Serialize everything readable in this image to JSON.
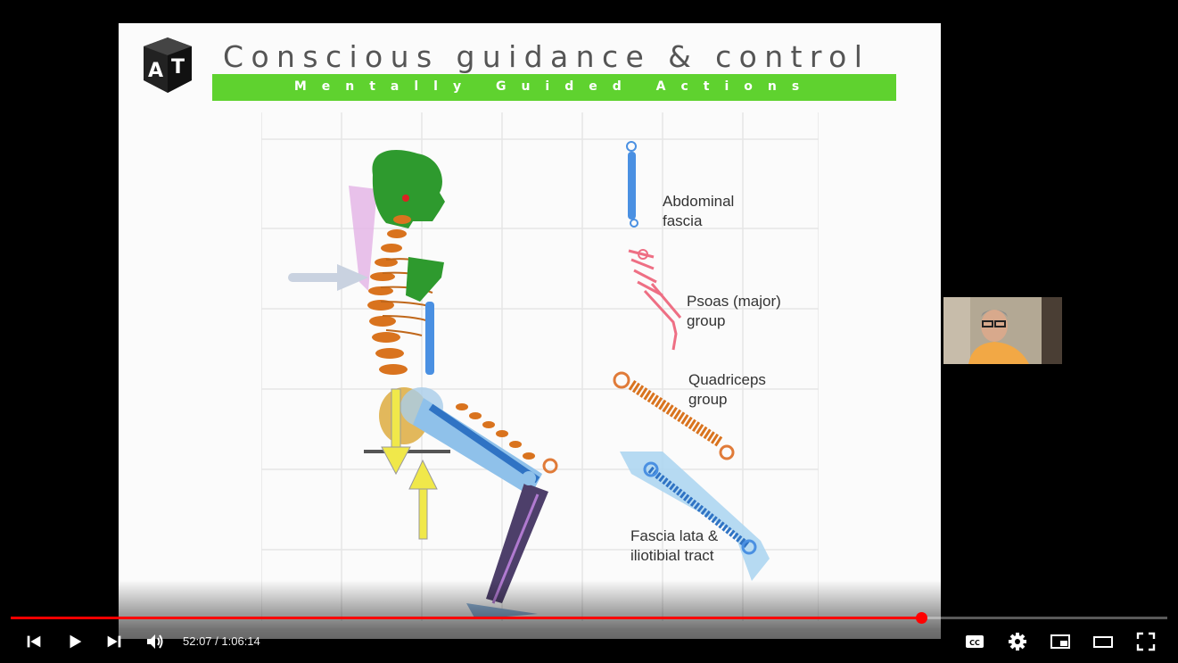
{
  "slide": {
    "logo_text": "AT",
    "title": "Conscious guidance & control",
    "subtitle": "Mentally Guided Actions",
    "labels": {
      "abdominal": [
        "Abdominal",
        "fascia"
      ],
      "psoas": [
        "Psoas (major)",
        "group"
      ],
      "quadriceps": [
        "Quadriceps",
        "group"
      ],
      "fascia_lata": [
        "Fascia lata &",
        "iliotibial tract"
      ]
    }
  },
  "player": {
    "current_time": "52:07",
    "separator": " / ",
    "duration": "1:06:14",
    "progress_fraction": 0.787,
    "accent_color": "#ff0000",
    "controls": [
      "previous-icon",
      "play-icon",
      "next-icon",
      "volume-icon",
      "captions-icon",
      "settings-icon",
      "miniplayer-icon",
      "theater-icon",
      "fullscreen-icon"
    ]
  }
}
